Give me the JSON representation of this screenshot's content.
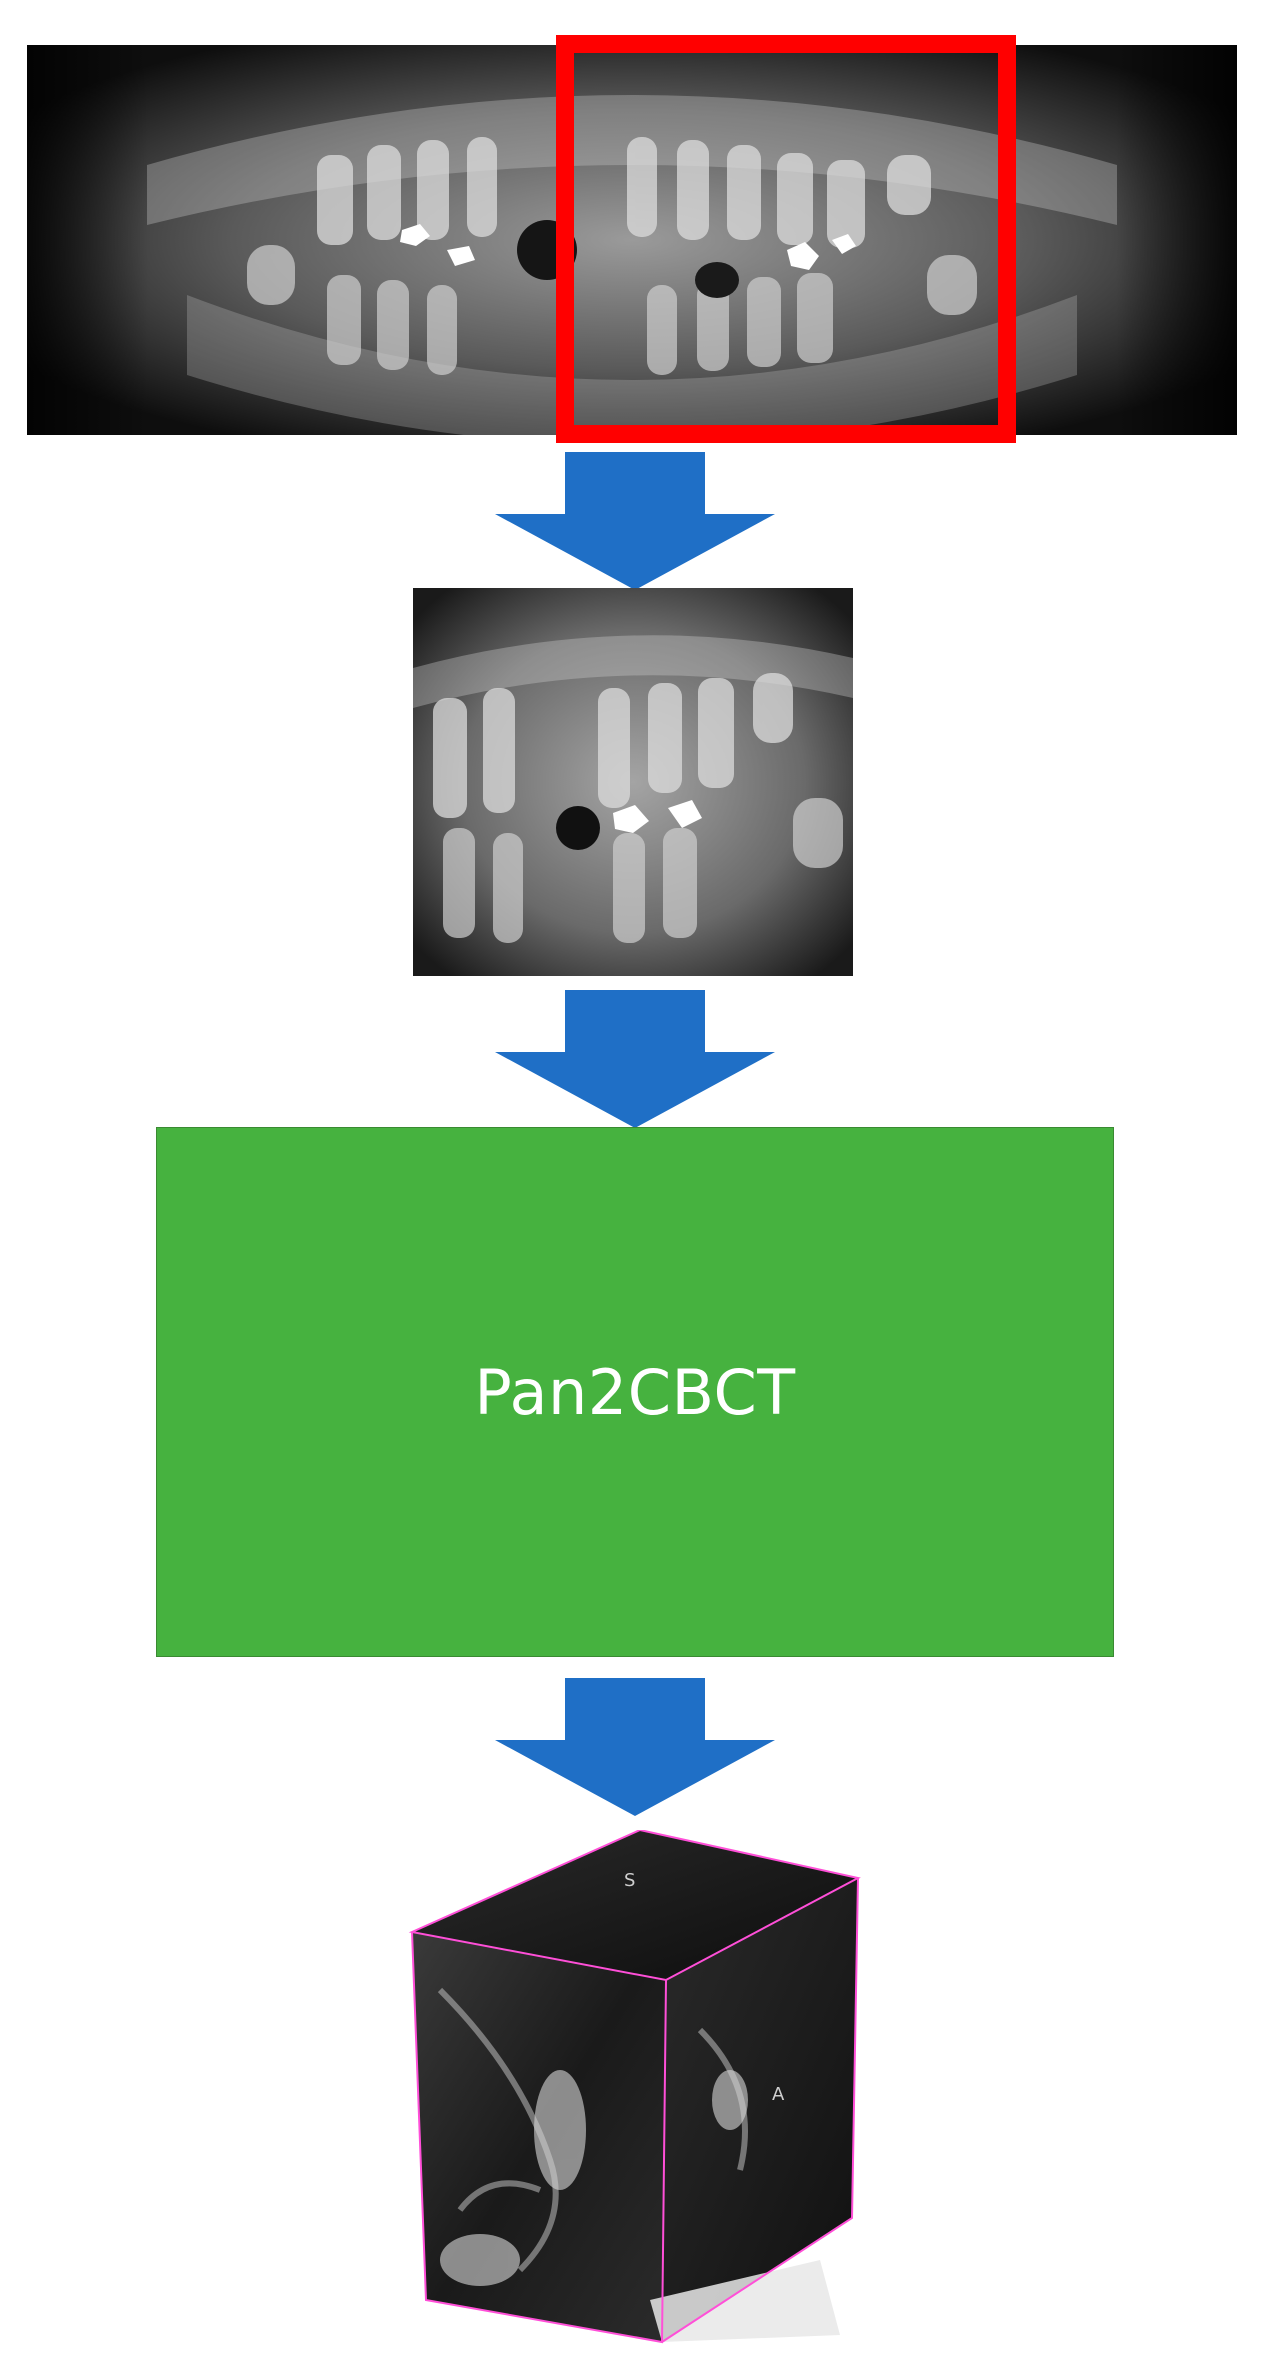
{
  "model": {
    "label": "Pan2CBCT"
  },
  "panoramic_image": {
    "icon": "dental-panoramic-xray"
  },
  "crop_region": {
    "color": "#ff0000"
  },
  "cropped_image": {
    "icon": "cropped-dental-xray"
  },
  "volume": {
    "icon": "cbct-volume-cube",
    "axis_labels": [
      "S",
      "A"
    ],
    "edge_color": "#ff4fd8"
  },
  "colors": {
    "arrow": "#1f6fc6",
    "model_box": "#46b23f",
    "model_text": "#ffffff"
  }
}
